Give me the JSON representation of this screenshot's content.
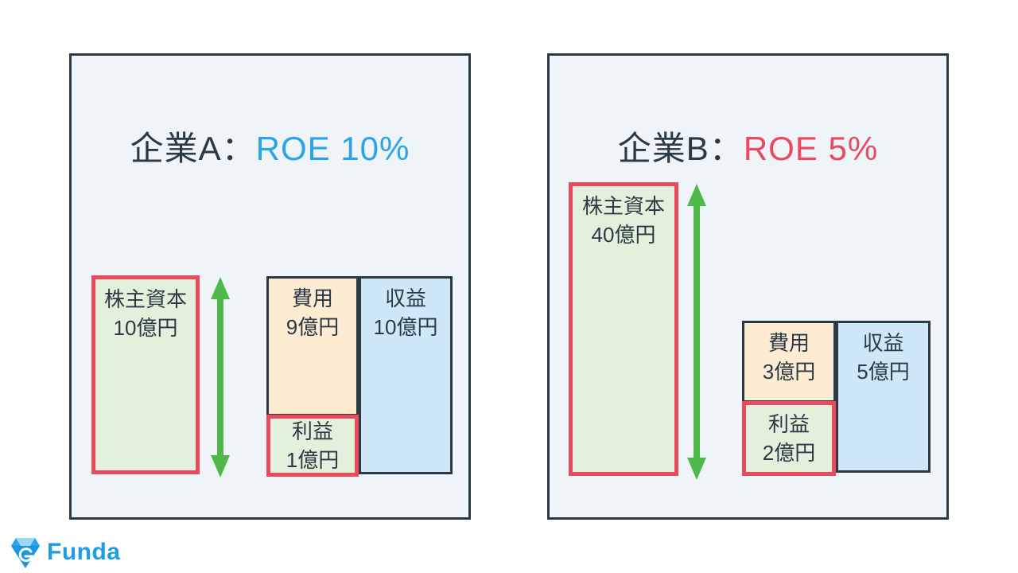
{
  "colors": {
    "panel_background": "#eff4f8",
    "panel_border": "#2b3945",
    "text_dark": "#2b3945",
    "equity_profit_fill": "#e3f1dc",
    "highlight_red_border": "#ea4a5e",
    "expense_fill": "#fdebd2",
    "revenue_fill": "#cfe8f8",
    "arrow_green": "#4eb848",
    "roe_blue_a": "#2ba3e8",
    "roe_red_b": "#ea4a5e",
    "logo_blue": "#1b9de8"
  },
  "panels": [
    {
      "title_name": "企業A：",
      "title_roe": "ROE 10%",
      "equity": {
        "label": "株主資本",
        "value": "10億円"
      },
      "expense": {
        "label": "費用",
        "value": "9億円"
      },
      "revenue": {
        "label": "収益",
        "value": "10億円"
      },
      "profit": {
        "label": "利益",
        "value": "1億円"
      }
    },
    {
      "title_name": "企業B：",
      "title_roe": "ROE 5%",
      "equity": {
        "label": "株主資本",
        "value": "40億円"
      },
      "expense": {
        "label": "費用",
        "value": "3億円"
      },
      "revenue": {
        "label": "収益",
        "value": "5億円"
      },
      "profit": {
        "label": "利益",
        "value": "2億円"
      }
    }
  ],
  "logo": {
    "text": "Funda"
  }
}
